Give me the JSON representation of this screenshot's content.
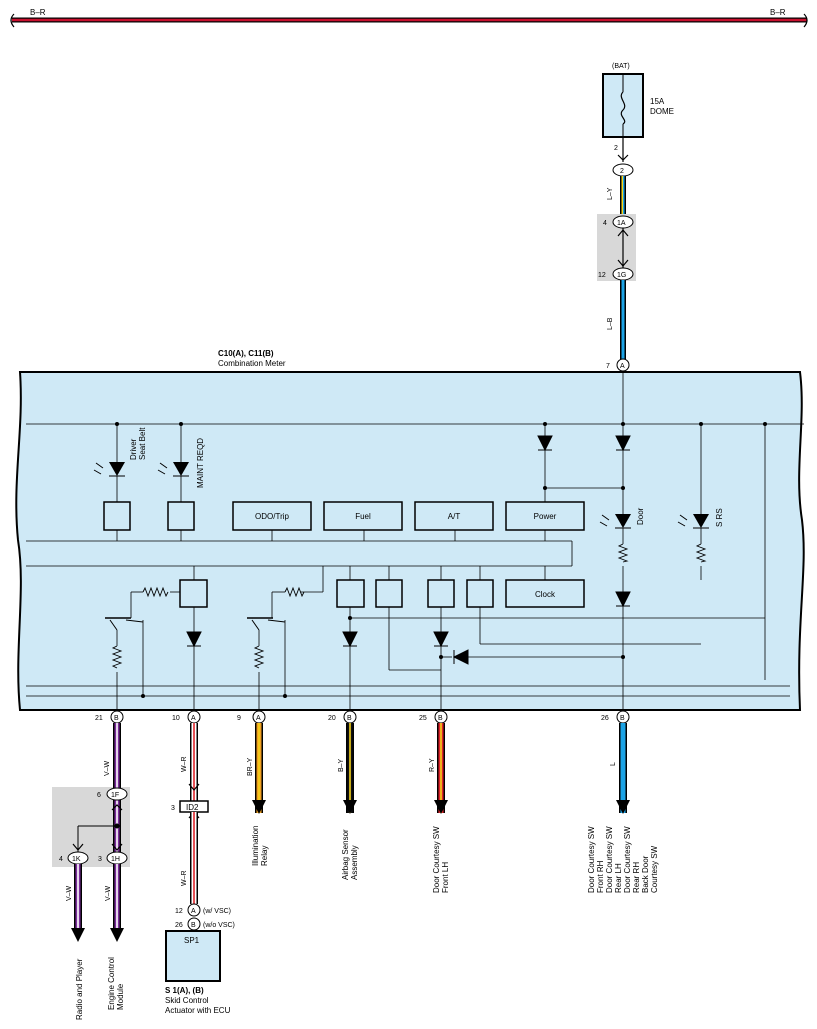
{
  "top_wire": {
    "left_label": "B–R",
    "right_label": "B–R",
    "color": "#c8102e"
  },
  "battery": {
    "source": "(BAT)",
    "fuse_rating": "15A",
    "fuse_name": "DOME",
    "pin": "2"
  },
  "upper_harness": {
    "plug_2": "2",
    "wire_ly": "L–Y",
    "pin_1a_num": "4",
    "plug_1a": "1A",
    "pin_1g_num": "12",
    "plug_1g": "1G",
    "wire_lb": "L–B",
    "pin_7_num": "7",
    "plug_7": "A"
  },
  "meter": {
    "code": "C10(A), C11(B)",
    "name": "Combination Meter",
    "fill_color": "#cfe9f6",
    "lamps": {
      "driver_seat_belt": [
        "Driver",
        "Seat Belt"
      ],
      "maint_reqd": "MAINT REQD",
      "door": "Door",
      "srs": "S RS"
    },
    "boxes": {
      "odo": "ODO/Trip",
      "fuel": "Fuel",
      "at": "A/T",
      "power": "Power",
      "clock": "Clock"
    }
  },
  "bottom_pins": [
    {
      "num": "21",
      "conn": "B",
      "wire": "V–W"
    },
    {
      "num": "10",
      "conn": "A",
      "wire": "W–R"
    },
    {
      "num": "9",
      "conn": "A",
      "wire": "BR–Y"
    },
    {
      "num": "20",
      "conn": "B",
      "wire": "B–Y"
    },
    {
      "num": "25",
      "conn": "B",
      "wire": "R–Y"
    },
    {
      "num": "26",
      "conn": "B",
      "wire": "L"
    }
  ],
  "junction": {
    "pin_1f_num": "6",
    "plug_1f": "1F",
    "pin_1k_num": "4",
    "plug_1k": "1K",
    "pin_1h_num": "3",
    "plug_1h": "1H",
    "wire_left": "V–W",
    "wire_right": "V–W"
  },
  "id2": {
    "num": "3",
    "label": "ID2",
    "wire_below": "W–R"
  },
  "skid": {
    "pin_a_num": "12",
    "pin_a_conn": "A",
    "pin_a_note": "(w/ VSC)",
    "pin_b_num": "26",
    "pin_b_conn": "B",
    "pin_b_note": "(w/o VSC)",
    "box_label": "SP1",
    "code": "S 1(A), (B)",
    "name_line1": "Skid Control",
    "name_line2": "Actuator with ECU"
  },
  "destinations": {
    "radio": "Radio and Player",
    "ecm": [
      "Engine Control",
      "Module"
    ],
    "illum": [
      "Illumination",
      "Relay"
    ],
    "airbag": [
      "Airbag Sensor",
      "Assembly"
    ],
    "door_lh": [
      "Door Courtesy SW",
      "Front LH"
    ],
    "door_l": [
      "Door Courtesy SW",
      "Front RH",
      "Door Courtesy SW",
      "Rear LH",
      "Door Courtesy SW",
      "Rear RH",
      "Back Door",
      "Courtesy SW"
    ]
  },
  "wire_colors": {
    "violet": "#7b2d9b",
    "white": "#ffffff",
    "red": "#e0252b",
    "brown": "#8b5a2b",
    "yellow": "#f5d31a",
    "black": "#111111",
    "blue": "#1ca3e6",
    "green": "#26a84a"
  }
}
